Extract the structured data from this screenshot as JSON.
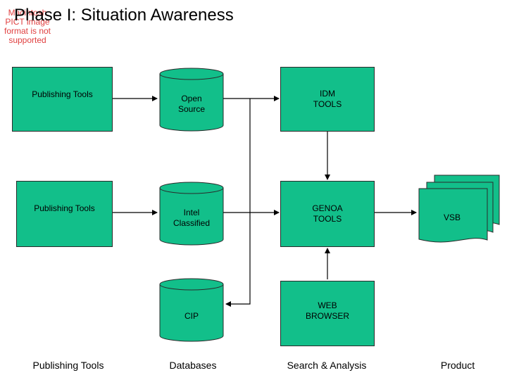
{
  "title": "Phase I:  Situation Awareness",
  "missing_image_text": "Macintosh PICT image format is not supported",
  "nodes": {
    "pub1": "Publishing Tools",
    "pub2": "Publishing Tools",
    "open_source": "Open Source",
    "intel": "Intel Classified",
    "cip": "CIP",
    "idm": "IDM TOOLS",
    "genoa": "GENOA TOOLS",
    "web": "WEB BROWSER",
    "vsb": "VSB"
  },
  "columns": {
    "c1": "Publishing Tools",
    "c2": "Databases",
    "c3": "Search & Analysis",
    "c4": "Product"
  },
  "colors": {
    "fill": "#12bf8a",
    "stroke": "#2a2a2a"
  }
}
